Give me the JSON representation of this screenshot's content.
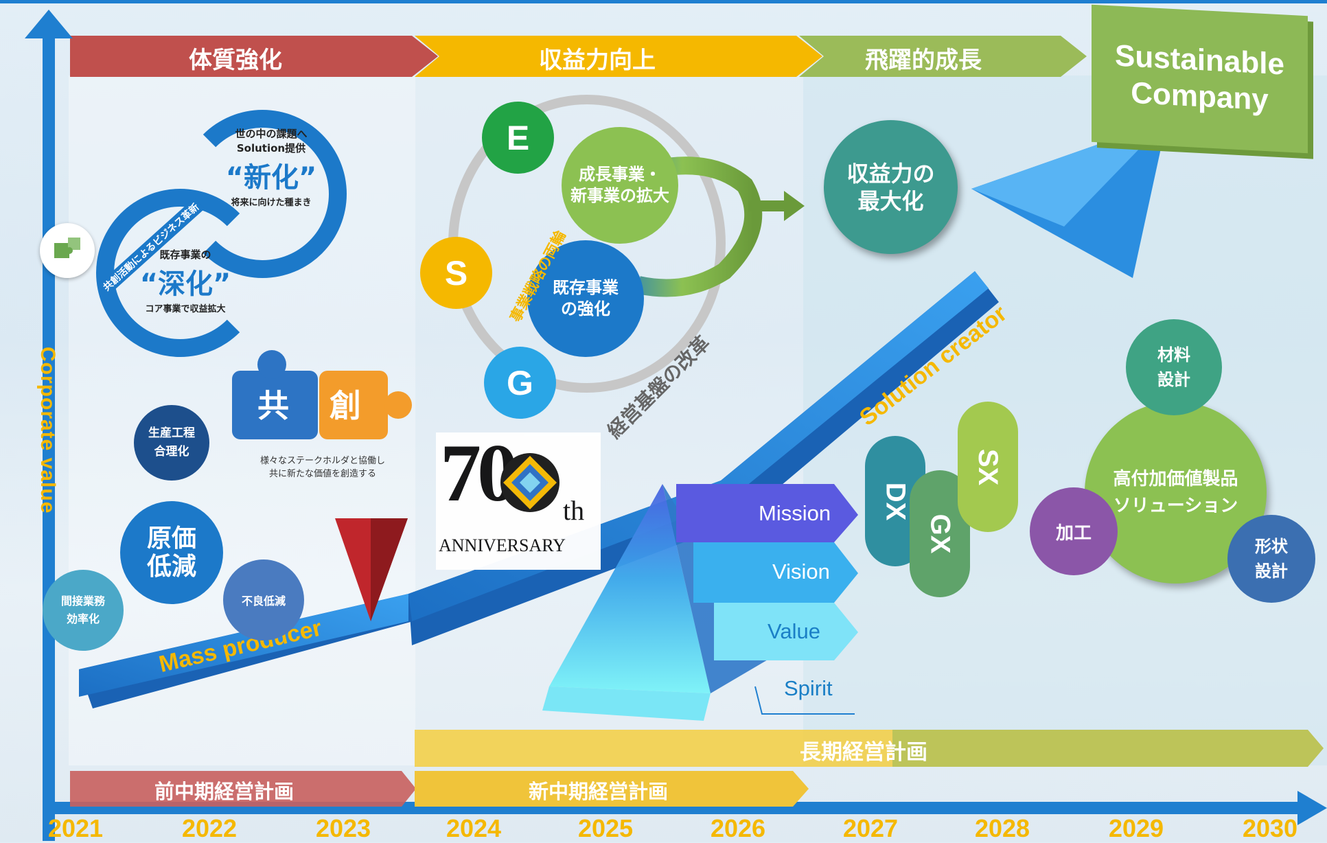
{
  "axis": {
    "y_label": "Corporate value",
    "years": [
      "2021",
      "2022",
      "2023",
      "2024",
      "2025",
      "2026",
      "2027",
      "2028",
      "2029",
      "2030"
    ]
  },
  "phases": [
    "体質強化",
    "収益力向上",
    "飛躍的成長"
  ],
  "goal": {
    "line1": "Sustainable",
    "line2": "Company"
  },
  "plans": {
    "long_term": "長期経営計画",
    "previous_mid": "前中期経営計画",
    "new_mid": "新中期経営計画"
  },
  "arrow_labels": {
    "mass_producer": "Mass producer",
    "solution_creator": "Solution creator"
  },
  "cycle": {
    "top_line1": "世の中の課題へ",
    "top_line2": "Solution提供",
    "shinka_new": "“新化”",
    "top_sub": "将来に向けた種まき",
    "curve_text": "共創活動によるビジネス革新",
    "bottom_line1": "既存事業の",
    "shinka_deep": "“深化”",
    "bottom_sub": "コア事業で収益拡大"
  },
  "kyoso": {
    "char1": "共",
    "char2": "創",
    "caption_line1": "様々なステークホルダと協働し",
    "caption_line2": "共に新たな価値を創造する"
  },
  "cost": {
    "main_line1": "原価",
    "main_line2": "低減",
    "production_line1": "生産工程",
    "production_line2": "合理化",
    "indirect_line1": "間接業務",
    "indirect_line2": "効率化",
    "defect": "不良低減"
  },
  "esg": {
    "e": "E",
    "s": "S",
    "g": "G",
    "growth_line1": "成長事業・",
    "growth_line2": "新事業の拡大",
    "existing_line1": "既存事業",
    "existing_line2": "の強化",
    "two_wheels": "事業戦略の両輪",
    "management_reform": "経営基盤の改革"
  },
  "maximize": {
    "line1": "収益力の",
    "line2": "最大化"
  },
  "anniversary": {
    "number": "70",
    "suffix": "th",
    "word": "ANNIVERSARY"
  },
  "pyramid": [
    "Mission",
    "Vision",
    "Value",
    "Spirit"
  ],
  "transformations": [
    "DX",
    "GX",
    "SX"
  ],
  "products": {
    "main_line1": "高付加価値製品",
    "main_line2": "ソリューション",
    "materials_line1": "材料",
    "materials_line2": "設計",
    "processing": "加工",
    "shape_line1": "形状",
    "shape_line2": "設計"
  },
  "colors": {
    "phase1": "#c0504d",
    "phase2": "#f5b800",
    "phase3": "#9bbb59",
    "axis": "#1f7fd0",
    "year": "#f5b800"
  }
}
